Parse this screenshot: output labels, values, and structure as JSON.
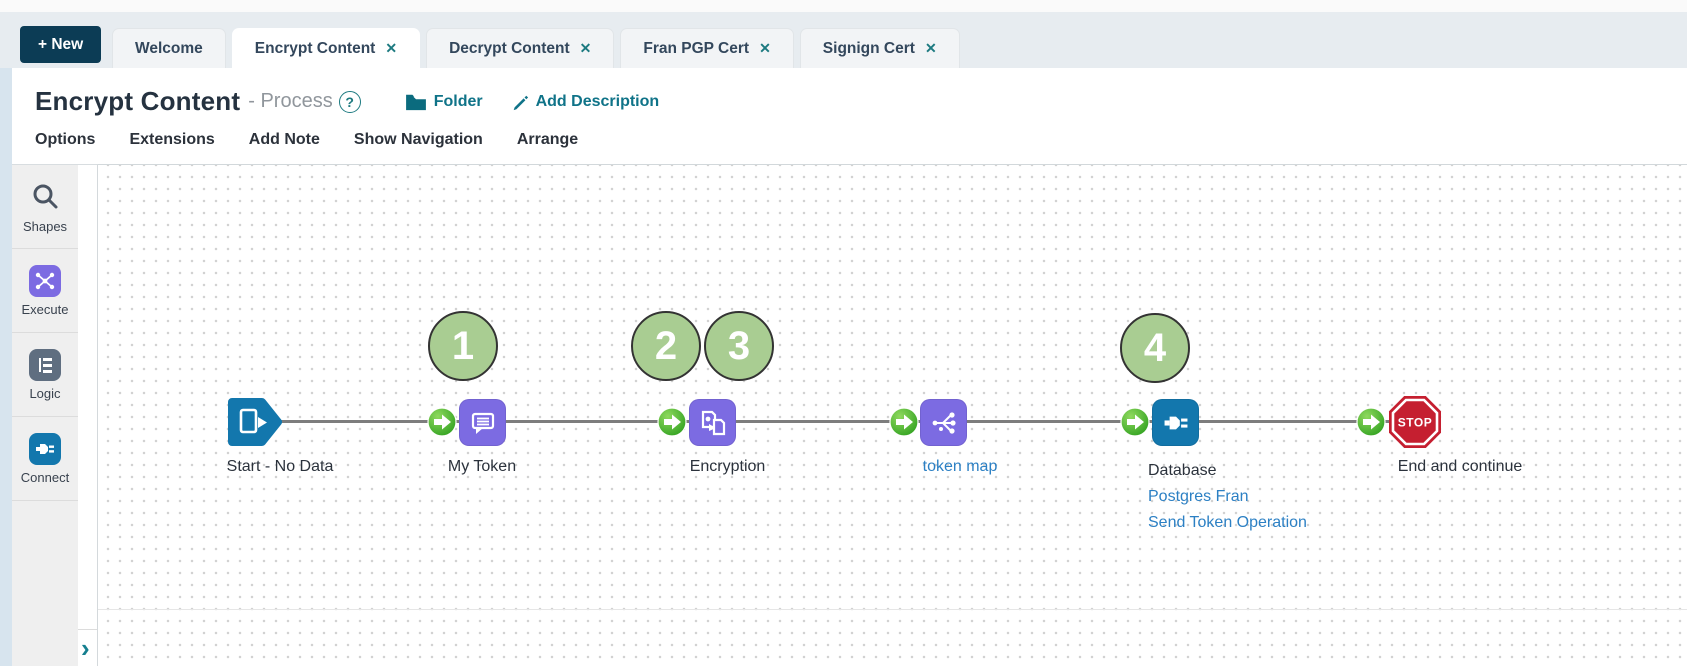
{
  "colors": {
    "accent_teal": "#0f7388",
    "tab_navy": "#0c3c55",
    "shape_purple": "#7c6be2",
    "shape_blue": "#1377ad",
    "shape_slate": "#5f6e80",
    "badge_green": "#2fa01f",
    "annotation_green": "#a9cd92",
    "stop_red": "#c51f30",
    "link_blue": "#2c80c4"
  },
  "tabbar": {
    "new_button_label": "+ New",
    "close_glyph": "✕",
    "tabs": [
      {
        "label": "Welcome",
        "closable": false,
        "active": false
      },
      {
        "label": "Encrypt Content",
        "closable": true,
        "active": true
      },
      {
        "label": "Decrypt Content",
        "closable": true,
        "active": false
      },
      {
        "label": "Fran PGP Cert",
        "closable": true,
        "active": false
      },
      {
        "label": "Signign Cert",
        "closable": true,
        "active": false
      }
    ]
  },
  "header": {
    "title": "Encrypt Content",
    "subtitle": "- Process",
    "help_glyph": "?",
    "folder_label": "Folder",
    "add_description_label": "Add Description"
  },
  "menu": {
    "items": [
      "Options",
      "Extensions",
      "Add Note",
      "Show Navigation",
      "Arrange"
    ]
  },
  "palette": {
    "items": [
      {
        "label": "Shapes",
        "icon": "search-icon"
      },
      {
        "label": "Execute",
        "icon": "execute-icon"
      },
      {
        "label": "Logic",
        "icon": "logic-icon"
      },
      {
        "label": "Connect",
        "icon": "connect-icon"
      }
    ],
    "expand_glyph": "›"
  },
  "canvas": {
    "annotations": [
      {
        "number": "1"
      },
      {
        "number": "2"
      },
      {
        "number": "3"
      },
      {
        "number": "4"
      }
    ],
    "nodes": [
      {
        "type": "start",
        "label": "Start - No Data"
      },
      {
        "type": "message",
        "label": "My Token"
      },
      {
        "type": "data-process",
        "label": "Encryption"
      },
      {
        "type": "map",
        "label": "token map"
      },
      {
        "type": "connector",
        "label": "Database",
        "sublabel1": "Postgres Fran",
        "sublabel2": "Send Token Operation"
      },
      {
        "type": "stop",
        "label": "End and continue",
        "stop_text": "STOP"
      }
    ]
  }
}
